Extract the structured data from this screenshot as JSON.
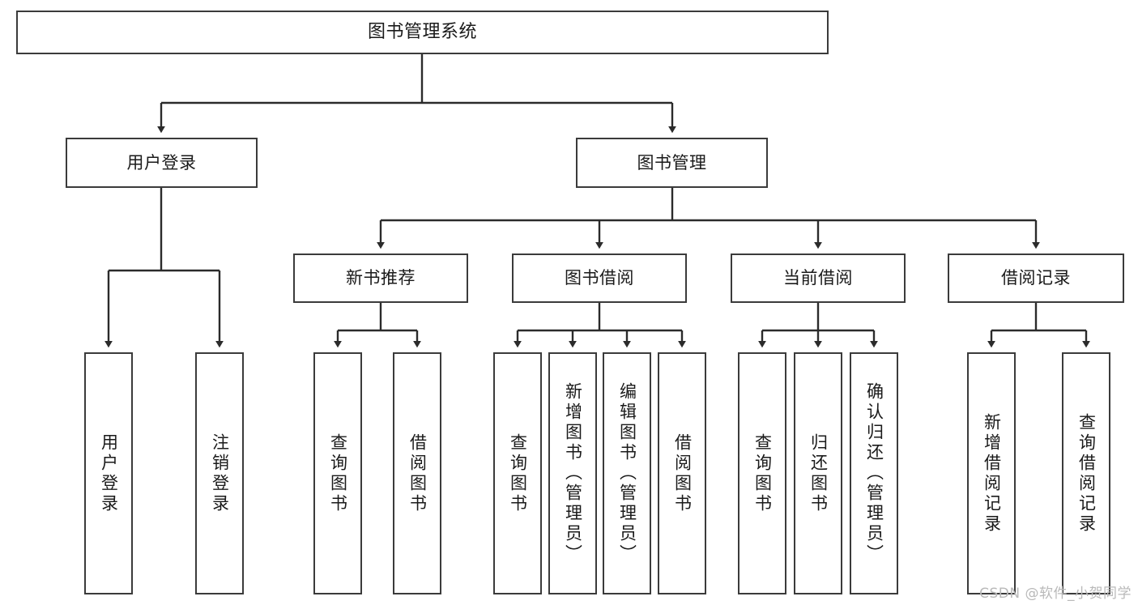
{
  "diagram": {
    "type": "tree",
    "title": "图书管理系统",
    "colors": {
      "node_border": "#3b3b3b",
      "node_fill": "#ffffff",
      "connector": "#2b2b2b",
      "text": "#1a1a1a",
      "watermark": "#b9b9b9"
    },
    "levels": {
      "root": {
        "label": "图书管理系统"
      },
      "level2": [
        {
          "label": "用户登录"
        },
        {
          "label": "图书管理"
        }
      ],
      "level3": [
        {
          "label": "新书推荐"
        },
        {
          "label": "图书借阅"
        },
        {
          "label": "当前借阅"
        },
        {
          "label": "借阅记录"
        }
      ],
      "leaves": {
        "user_login": [
          {
            "label": "用户登录"
          },
          {
            "label": "注销登录"
          }
        ],
        "new_book_recommend": [
          {
            "label": "查询图书"
          },
          {
            "label": "借阅图书"
          }
        ],
        "book_borrow": [
          {
            "label": "查询图书"
          },
          {
            "label": "新增图书（管理员）"
          },
          {
            "label": "编辑图书（管理员）"
          },
          {
            "label": "借阅图书"
          }
        ],
        "current_borrow": [
          {
            "label": "查询图书"
          },
          {
            "label": "归还图书"
          },
          {
            "label": "确认归还（管理员）"
          }
        ],
        "borrow_record": [
          {
            "label": "新增借阅记录"
          },
          {
            "label": "查询借阅记录"
          }
        ]
      }
    }
  },
  "watermark": {
    "text": "CSDN @软件_小贺同学"
  }
}
